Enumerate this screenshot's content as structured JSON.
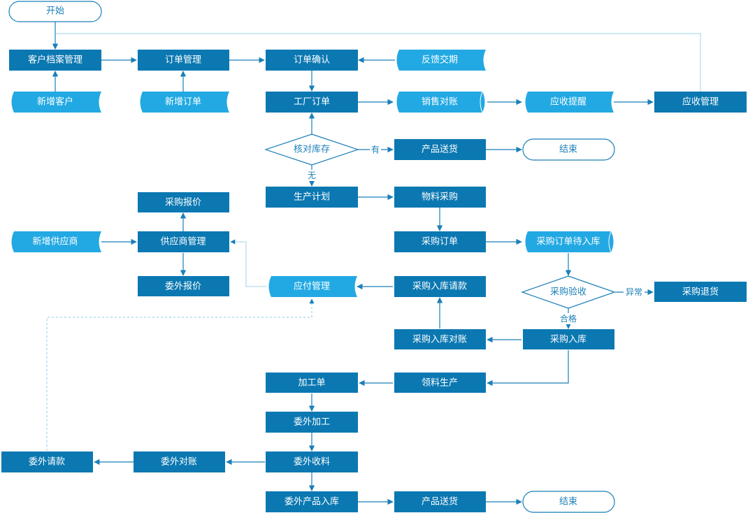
{
  "nodes": {
    "start": {
      "text": "开始"
    },
    "customer_mgmt": {
      "text": "客户档案管理"
    },
    "order_mgmt": {
      "text": "订单管理"
    },
    "order_confirm": {
      "text": "订单确认"
    },
    "feedback_delivery": {
      "text": "反馈交期"
    },
    "new_customer": {
      "text": "新增客户"
    },
    "new_order": {
      "text": "新增订单"
    },
    "factory_order": {
      "text": "工厂订单"
    },
    "sales_reconcile": {
      "text": "销售对账"
    },
    "receivable_remind": {
      "text": "应收提醒"
    },
    "receivable_mgmt": {
      "text": "应收管理"
    },
    "check_stock": {
      "text": "核对库存"
    },
    "product_delivery_1": {
      "text": "产品送货"
    },
    "end_1": {
      "text": "结束"
    },
    "production_plan": {
      "text": "生产计划"
    },
    "material_purchase": {
      "text": "物料采购"
    },
    "purchase_quote": {
      "text": "采购报价"
    },
    "new_supplier": {
      "text": "新增供应商"
    },
    "supplier_mgmt": {
      "text": "供应商管理"
    },
    "purchase_order": {
      "text": "采购订单"
    },
    "po_pending_storage": {
      "text": "采购订单待入库"
    },
    "outsource_quote": {
      "text": "委外报价"
    },
    "payable_mgmt": {
      "text": "应付管理"
    },
    "purchase_storage_payment": {
      "text": "采购入库请款"
    },
    "purchase_inspection": {
      "text": "采购验收"
    },
    "purchase_return": {
      "text": "采购退货"
    },
    "purchase_storage_reconcile": {
      "text": "采购入库对账"
    },
    "purchase_storage": {
      "text": "采购入库"
    },
    "processing_order": {
      "text": "加工单"
    },
    "material_requisition": {
      "text": "领料生产"
    },
    "outsource_processing": {
      "text": "委外加工"
    },
    "outsource_payment": {
      "text": "委外请款"
    },
    "outsource_reconcile": {
      "text": "委外对账"
    },
    "outsource_receive": {
      "text": "委外收料"
    },
    "outsource_product_storage": {
      "text": "委外产品入库"
    },
    "product_delivery_2": {
      "text": "产品送货"
    },
    "end_2": {
      "text": "结束"
    }
  },
  "edge_labels": {
    "has_stock": "有",
    "no_stock": "无",
    "abnormal": "异常",
    "qualified": "合格"
  },
  "colors": {
    "process": "#0b78b2",
    "data": "#22a9e3",
    "line": "#1a7fb8",
    "faint_line": "#9fd3ea"
  }
}
